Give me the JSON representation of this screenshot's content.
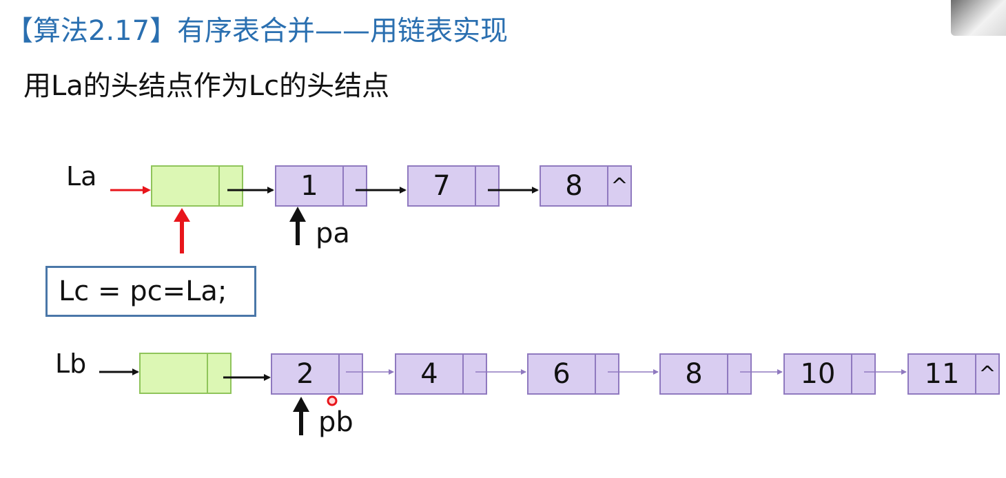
{
  "title": "【算法2.17】有序表合并——用链表实现",
  "subtitle": "用La的头结点作为Lc的头结点",
  "list_a": {
    "label": "La",
    "nodes": [
      "1",
      "7",
      "8"
    ],
    "null_mark": "^",
    "pointer_label": "pa"
  },
  "list_b": {
    "label": "Lb",
    "nodes": [
      "2",
      "4",
      "6",
      "8",
      "10",
      "11"
    ],
    "null_mark": "^",
    "pointer_label": "pb"
  },
  "code": "Lc = pc=La;",
  "colors": {
    "title": "#2a6fb0",
    "node_fill": "#d9cdf1",
    "head_fill": "#dcf7b4",
    "highlight_arrow": "#e8151b",
    "cursor_dot": "#e8151b"
  }
}
